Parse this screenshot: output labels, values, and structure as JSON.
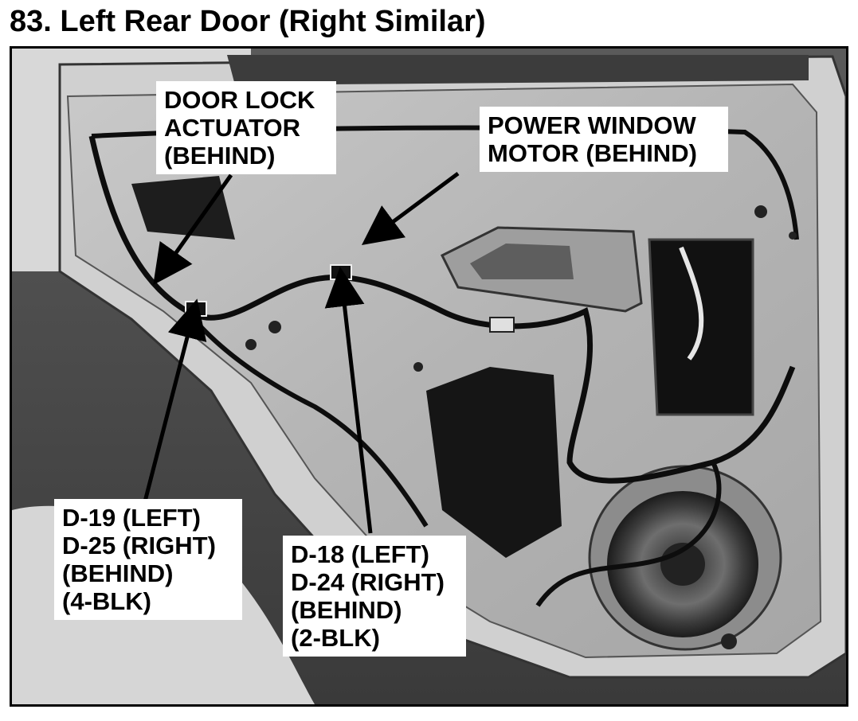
{
  "title": "83. Left Rear Door (Right Similar)",
  "callouts": {
    "door_lock_actuator": [
      "DOOR LOCK",
      "ACTUATOR",
      "(BEHIND)"
    ],
    "power_window_motor": [
      "POWER WINDOW",
      "MOTOR (BEHIND)"
    ],
    "connector_d19_d25": [
      "D-19 (LEFT)",
      "D-25 (RIGHT)",
      "(BEHIND)",
      "(4-BLK)"
    ],
    "connector_d18_d24": [
      "D-18 (LEFT)",
      "D-24 (RIGHT)",
      "(BEHIND)",
      "(2-BLK)"
    ]
  },
  "colors": {
    "frame": "#000000",
    "label_background": "#ffffff",
    "arrow": "#000000"
  }
}
